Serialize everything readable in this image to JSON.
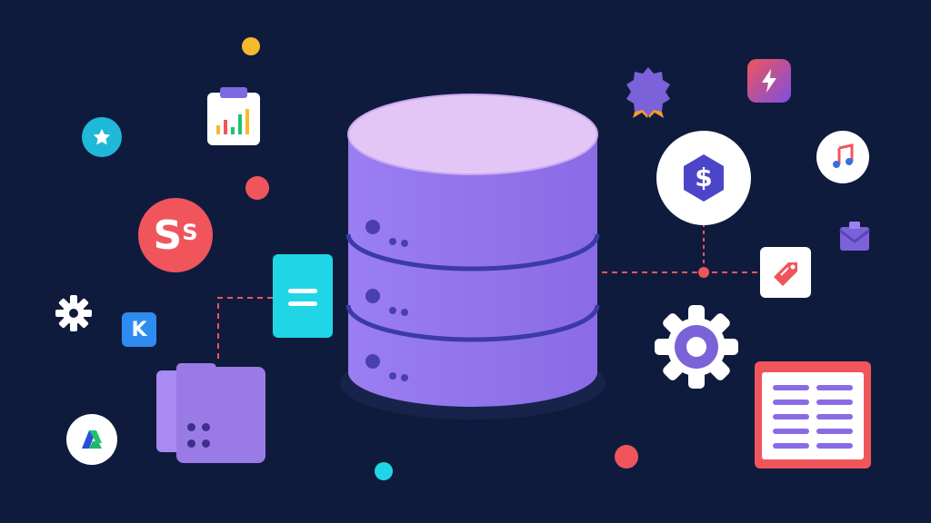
{
  "scene": {
    "background": "#0f1b3d",
    "accent_purple": "#9b7cf0",
    "accent_cyan": "#20d6e6",
    "accent_red": "#f0555c",
    "accent_yellow": "#f7b92c"
  },
  "central_element": {
    "icon": "database-icon",
    "layers": 3
  },
  "badges": {
    "stripe_symbol": "S",
    "stripe_symbol_small": "S",
    "dollar_symbol": "$",
    "k_symbol": "K"
  },
  "icons": [
    "star-icon",
    "chart-icon",
    "stripe-icon",
    "gear-icon",
    "k-app-icon",
    "folder-icon",
    "drive-icon",
    "document-icon",
    "badge-icon",
    "lightning-icon",
    "dollar-icon",
    "music-note-icon",
    "mailbox-icon",
    "tag-icon",
    "cog-icon",
    "spreadsheet-icon"
  ]
}
